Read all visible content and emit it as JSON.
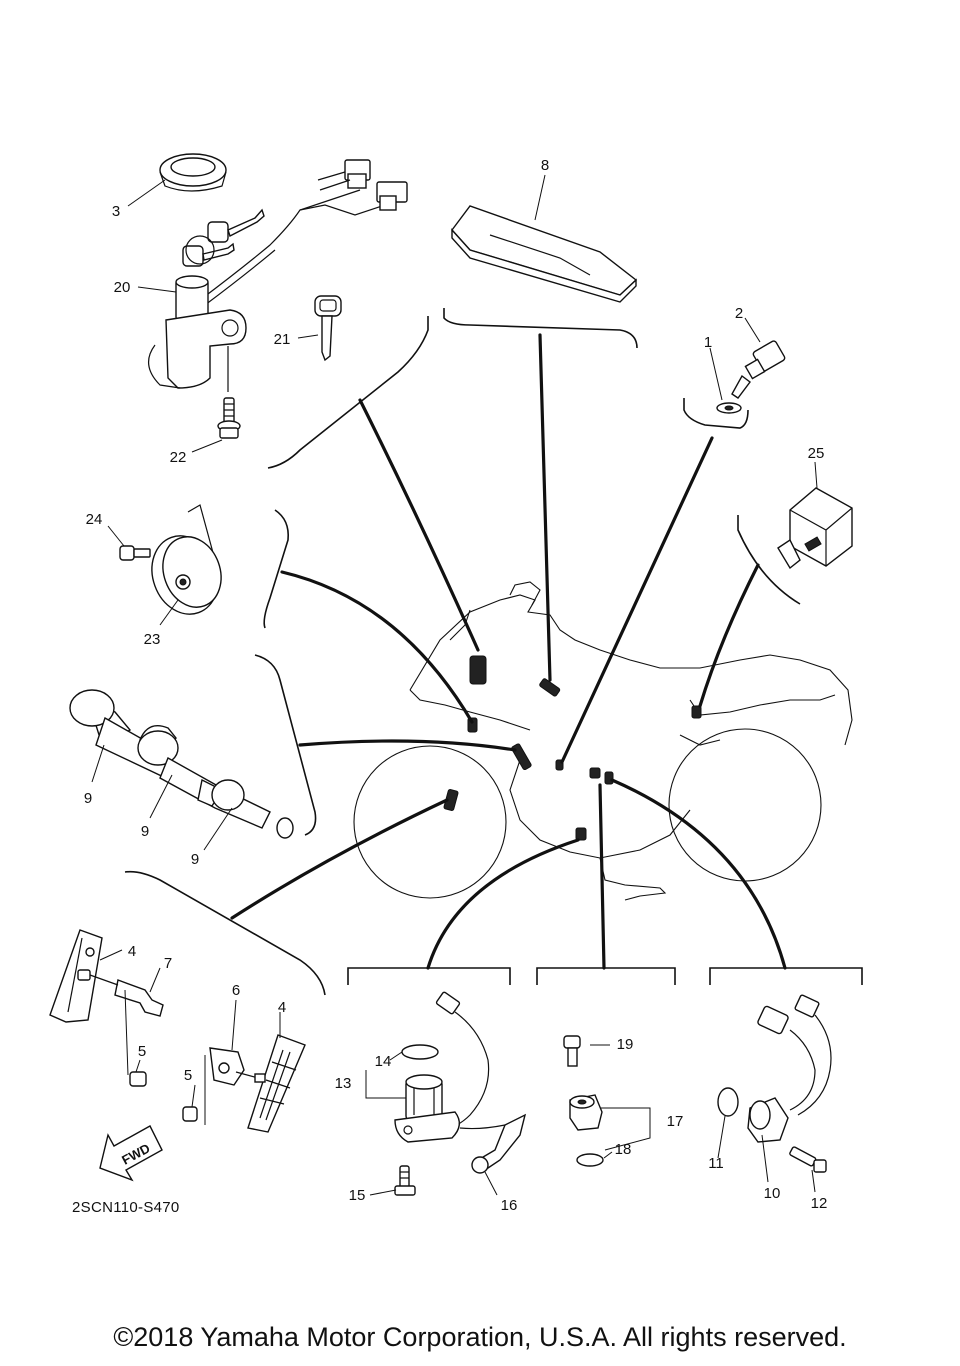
{
  "diagram": {
    "code": "2SCN110-S470",
    "fwd_label": "FWD",
    "copyright": "©2018 Yamaha Motor Corporation, U.S.A. All rights reserved.",
    "callouts": {
      "c1": "1",
      "c2": "2",
      "c3": "3",
      "c4a": "4",
      "c4b": "4",
      "c5a": "5",
      "c5b": "5",
      "c6": "6",
      "c7": "7",
      "c8": "8",
      "c9a": "9",
      "c9b": "9",
      "c9c": "9",
      "c10": "10",
      "c11": "11",
      "c12": "12",
      "c13": "13",
      "c14": "14",
      "c15": "15",
      "c16": "16",
      "c17": "17",
      "c18": "18",
      "c19": "19",
      "c20": "20",
      "c21": "21",
      "c22": "22",
      "c23": "23",
      "c24": "24",
      "c25": "25"
    }
  }
}
